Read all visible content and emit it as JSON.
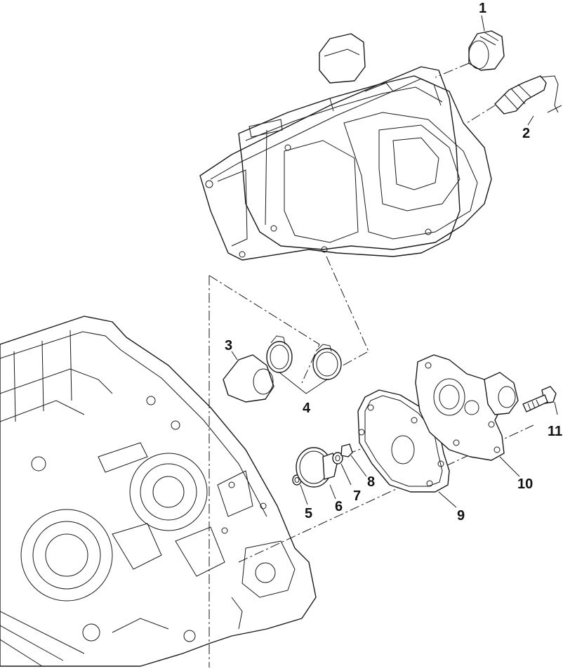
{
  "callouts": [
    {
      "id": "1",
      "text": "1"
    },
    {
      "id": "2",
      "text": "2"
    },
    {
      "id": "3",
      "text": "3"
    },
    {
      "id": "4",
      "text": "4"
    },
    {
      "id": "5",
      "text": "5"
    },
    {
      "id": "6",
      "text": "6"
    },
    {
      "id": "7",
      "text": "7"
    },
    {
      "id": "8",
      "text": "8"
    },
    {
      "id": "9",
      "text": "9"
    },
    {
      "id": "10",
      "text": "10"
    },
    {
      "id": "11",
      "text": "11"
    }
  ]
}
